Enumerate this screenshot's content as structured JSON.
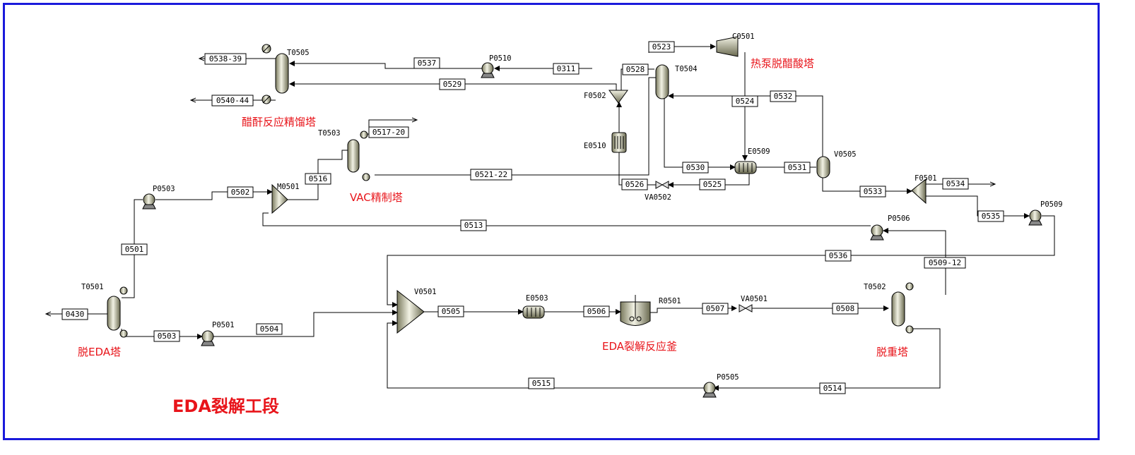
{
  "title": "EDA裂解工段",
  "colors": {
    "frame": "#1a1adb",
    "label_red": "#e8141a"
  },
  "section_labels": {
    "t0505": "醋酐反应精馏塔",
    "t0504": "热泵脱醋酸塔",
    "t0503": "VAC精制塔",
    "t0501": "脱EDA塔",
    "r0501": "EDA裂解反应釜",
    "t0502": "脱重塔"
  },
  "equipment": {
    "T0505": "T0505",
    "P0510": "P0510",
    "C0501": "C0501",
    "T0504": "T0504",
    "F0502": "F0502",
    "E0510": "E0510",
    "E0509": "E0509",
    "V0505": "V0505",
    "T0503": "T0503",
    "P0503": "P0503",
    "M0501": "M0501",
    "VA0502": "VA0502",
    "F0501": "F0501",
    "P0509": "P0509",
    "P0506": "P0506",
    "T0501": "T0501",
    "V0501": "V0501",
    "E0503": "E0503",
    "R0501": "R0501",
    "VA0501": "VA0501",
    "T0502": "T0502",
    "P0501": "P0501",
    "P0505": "P0505"
  },
  "streams": {
    "s0538_39": "0538-39",
    "s0537": "0537",
    "s0311": "0311",
    "s0529": "0529",
    "s0540_44": "0540-44",
    "s0523": "0523",
    "s0528": "0528",
    "s0524": "0524",
    "s0532": "0532",
    "s0517_20": "0517-20",
    "s0516": "0516",
    "s0521_22": "0521-22",
    "s0530": "0530",
    "s0531": "0531",
    "s0526": "0526",
    "s0525": "0525",
    "s0533": "0533",
    "s0534": "0534",
    "s0535": "0535",
    "s0502": "0502",
    "s0513": "0513",
    "s0501": "0501",
    "s0536": "0536",
    "s0509_12": "0509-12",
    "s0430": "0430",
    "s0503": "0503",
    "s0504": "0504",
    "s0505": "0505",
    "s0506": "0506",
    "s0507": "0507",
    "s0508": "0508",
    "s0515": "0515",
    "s0514": "0514"
  }
}
